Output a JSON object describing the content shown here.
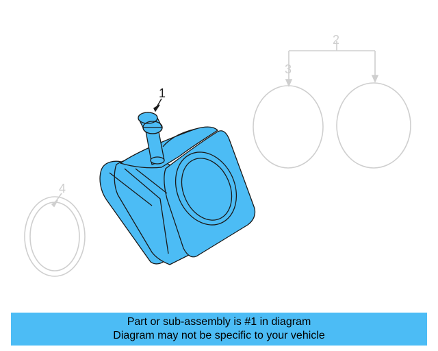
{
  "callouts": {
    "part1": "1",
    "part2": "2",
    "part3": "3",
    "part4": "4"
  },
  "banner": {
    "line1": "Part or sub-assembly is #1 in diagram",
    "line2": "Diagram may not be specific to your vehicle"
  },
  "colors": {
    "highlight_part": "#4cbcf5",
    "outline": "#1a1a1a",
    "faded_part": "#cfcfcf",
    "banner_bg": "#4cbcf5"
  }
}
